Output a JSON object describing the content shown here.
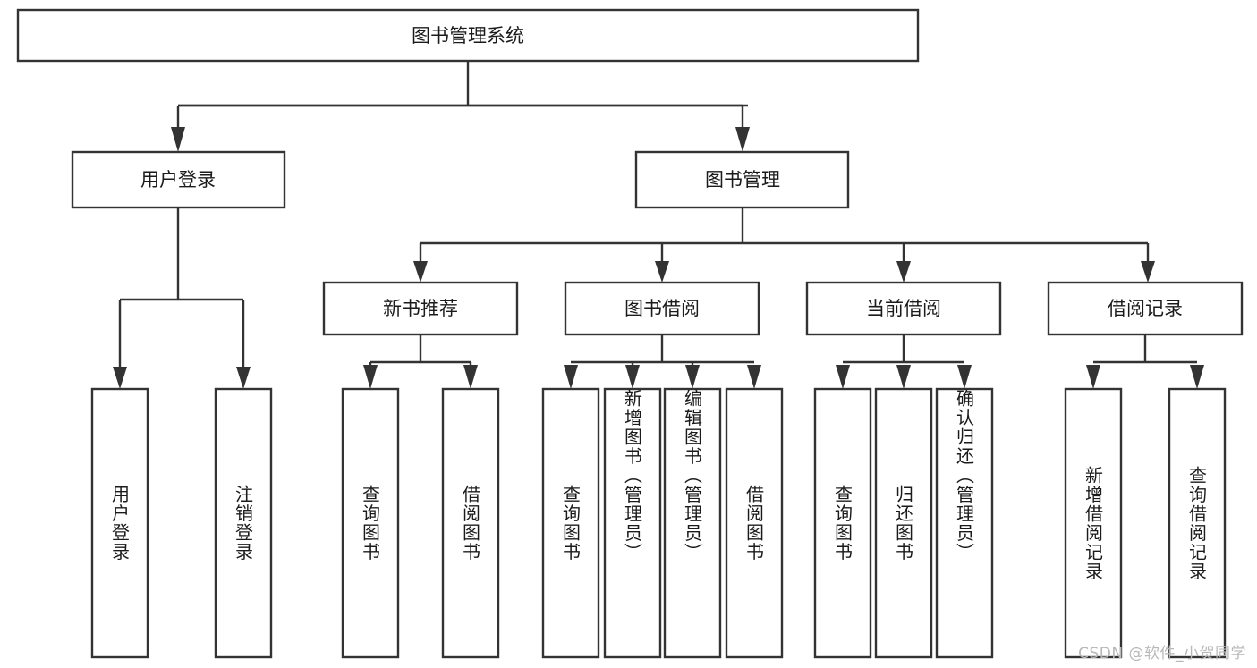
{
  "diagram": {
    "title": "图书管理系统",
    "type": "tree-hierarchy",
    "orientation": "top-down",
    "style": {
      "box_fill": "#ffffff",
      "box_stroke": "#333333",
      "text_color": "#1b1b1b",
      "watermark_color": "#b8b8b8",
      "background": "#ffffff"
    }
  },
  "root": {
    "label": "图书管理系统"
  },
  "level1": [
    {
      "label": "用户登录"
    },
    {
      "label": "图书管理"
    }
  ],
  "level2": [
    {
      "label": "新书推荐"
    },
    {
      "label": "图书借阅"
    },
    {
      "label": "当前借阅"
    },
    {
      "label": "借阅记录"
    }
  ],
  "leaves": {
    "user_login": [
      {
        "label": "用户登录"
      },
      {
        "label": "注销登录"
      }
    ],
    "new_book_recommend": [
      {
        "label": "查询图书"
      },
      {
        "label": "借阅图书"
      }
    ],
    "book_borrow": [
      {
        "label": "查询图书"
      },
      {
        "label": "新增图书（管理员）"
      },
      {
        "label": "编辑图书（管理员）"
      },
      {
        "label": "借阅图书"
      }
    ],
    "current_borrow": [
      {
        "label": "查询图书"
      },
      {
        "label": "归还图书"
      },
      {
        "label": "确认归还（管理员）"
      }
    ],
    "borrow_record": [
      {
        "label": "新增借阅记录"
      },
      {
        "label": "查询借阅记录"
      }
    ]
  },
  "watermark": {
    "text": "CSDN @软件_小贺同学"
  }
}
